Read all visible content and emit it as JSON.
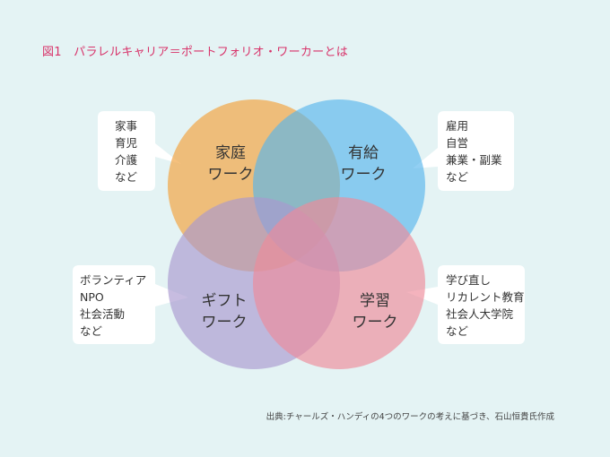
{
  "title": "図1　パラレルキャリア＝ポートフォリオ・ワーカーとは",
  "circles": [
    {
      "key": "family",
      "line1": "家庭",
      "line2": "ワーク",
      "color": "#f1a84b"
    },
    {
      "key": "paid",
      "line1": "有給",
      "line2": "ワーク",
      "color": "#58b6ec"
    },
    {
      "key": "gift",
      "line1": "ギフト",
      "line2": "ワーク",
      "color": "#a998cf"
    },
    {
      "key": "study",
      "line1": "学習",
      "line2": "ワーク",
      "color": "#ee8a99"
    }
  ],
  "bubbles": {
    "family": [
      "家事",
      "育児",
      "介護",
      "など"
    ],
    "paid": [
      "雇用",
      "自営",
      "兼業・副業",
      "など"
    ],
    "gift": [
      "ボランティア",
      "NPO",
      "社会活動",
      "など"
    ],
    "study": [
      "学び直し",
      "リカレント教育",
      "社会人大学院",
      "など"
    ]
  },
  "source": "出典:チャールズ・ハンディの4つのワークの考えに基づき、石山恒貴氏作成"
}
